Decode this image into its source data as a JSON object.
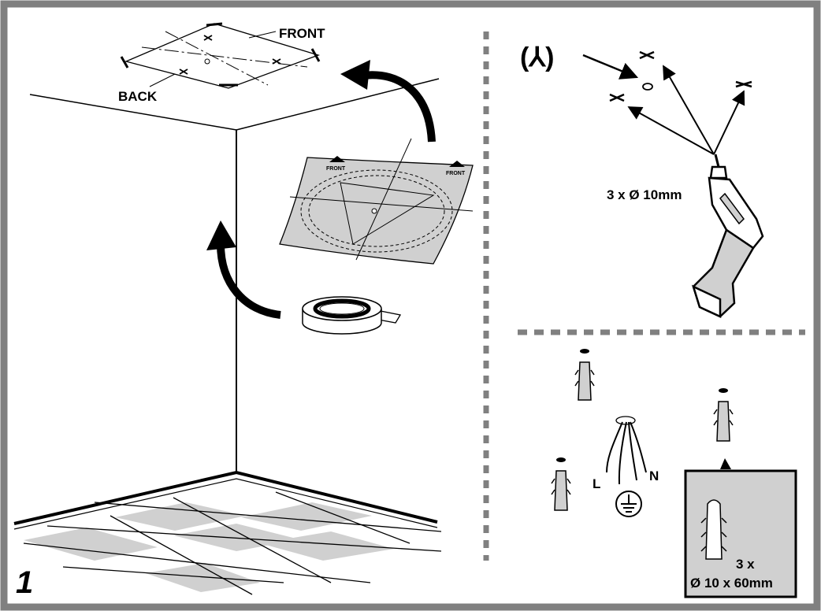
{
  "step_number": "1",
  "ceiling": {
    "front_label": "FRONT",
    "back_label": "BACK"
  },
  "template": {
    "front_left": "FRONT",
    "front_right": "FRONT"
  },
  "drill": {
    "symbol": "(⅄)",
    "spec": "3 x Ø 10mm"
  },
  "wiring": {
    "live": "L",
    "neutral": "N"
  },
  "dowels": {
    "count": "3 x",
    "size": "Ø 10 x 60mm"
  },
  "colors": {
    "frame": "#808080",
    "fill_gray": "#d0d0d0",
    "ink": "#000000"
  }
}
